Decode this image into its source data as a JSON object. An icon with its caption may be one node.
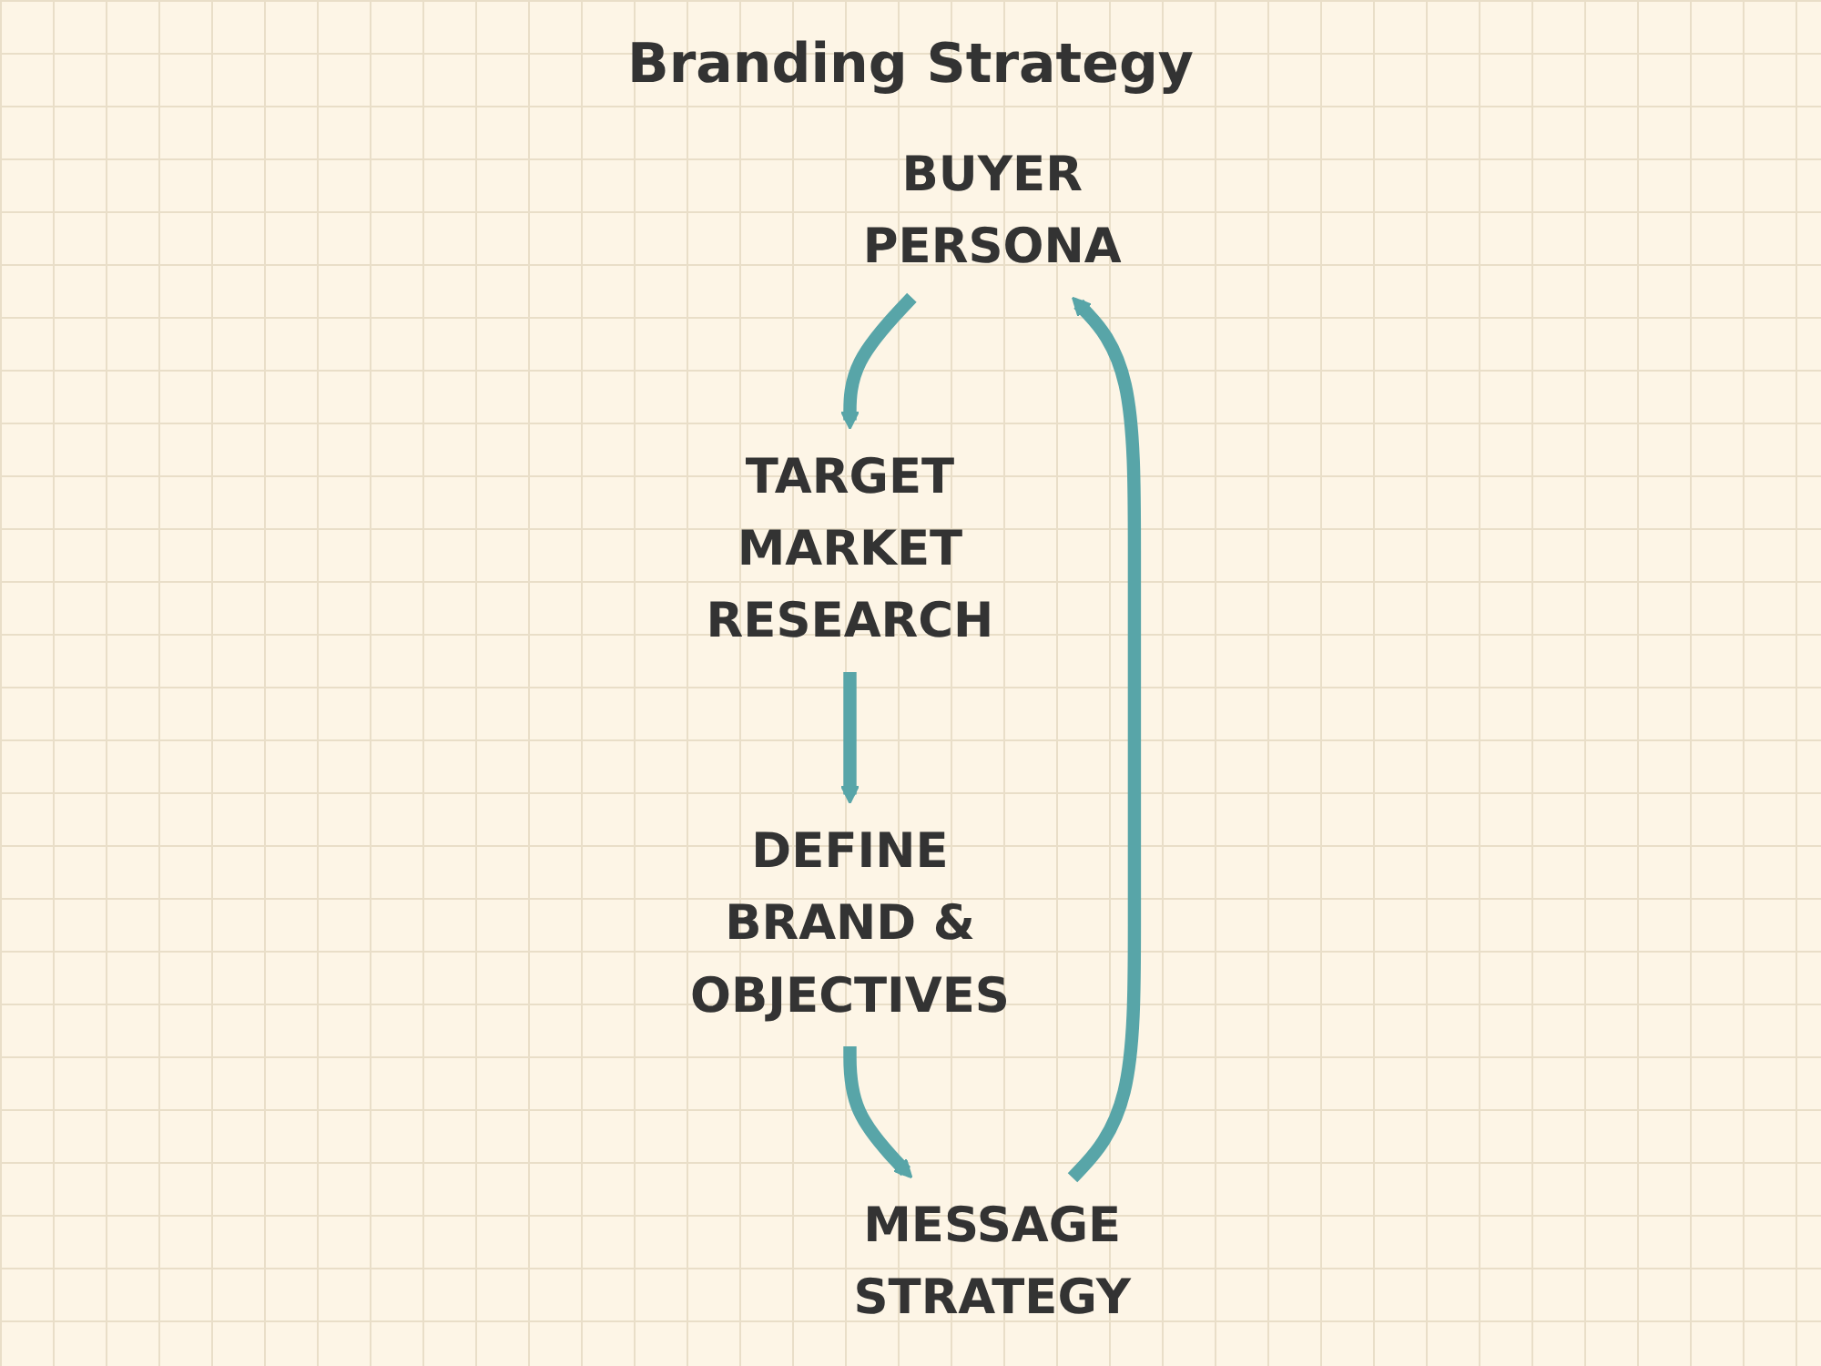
{
  "diagram": {
    "title": "Branding Strategy",
    "nodes": [
      {
        "text": [
          "BUYER PERSONA"
        ]
      },
      {
        "text": [
          "TARGET MARKET RESEARCH"
        ]
      },
      {
        "text": [
          "DEFINE BRAND & OBJECTIVES"
        ]
      },
      {
        "text": [
          "MESSAGE STRATEGY"
        ]
      }
    ],
    "edges": [
      {
        "from": 0,
        "to": 1,
        "arrow": "to"
      },
      {
        "from": 1,
        "to": 2,
        "arrow": "to"
      },
      {
        "from": 2,
        "to": 3,
        "arrow": "to"
      },
      {
        "from": 3,
        "to": 0,
        "arrow": "to"
      }
    ]
  }
}
